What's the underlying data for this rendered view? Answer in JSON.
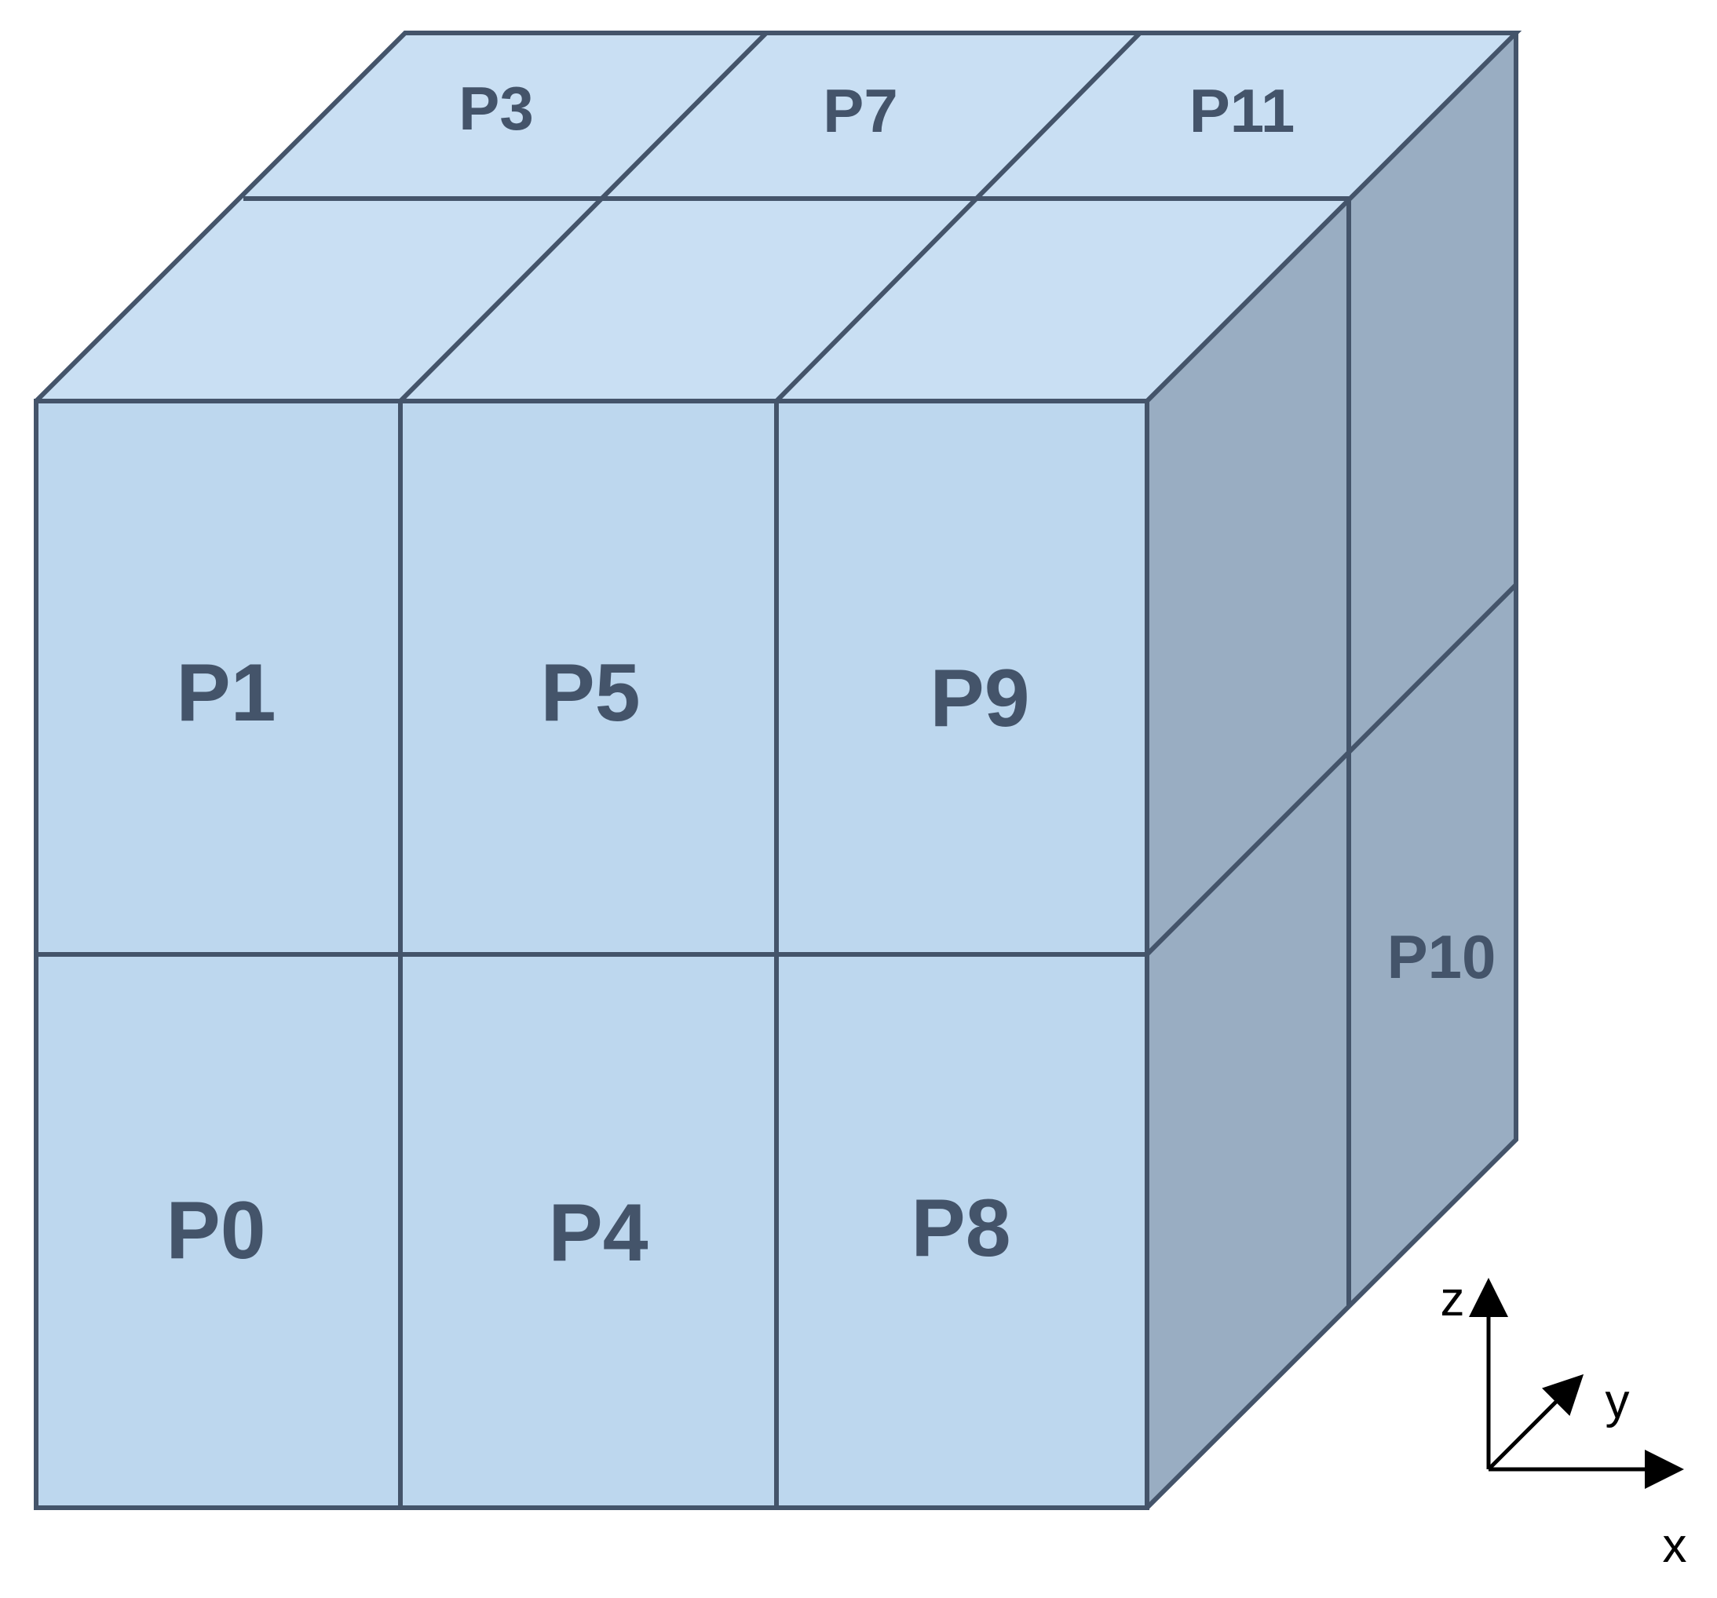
{
  "diagram": {
    "colors": {
      "front_face": "#bdd7ee",
      "top_face": "#c9dff3",
      "side_face": "#99adc2",
      "edges": "#44546a",
      "labels": "#44546a",
      "axes": "#000000"
    },
    "front_labels": {
      "p1": "P1",
      "p5": "P5",
      "p9": "P9",
      "p0": "P0",
      "p4": "P4",
      "p8": "P8"
    },
    "top_labels": {
      "p3": "P3",
      "p7": "P7",
      "p11": "P11"
    },
    "side_labels": {
      "p10": "P10"
    },
    "axes": {
      "z": "z",
      "y": "y",
      "x": "x"
    }
  }
}
